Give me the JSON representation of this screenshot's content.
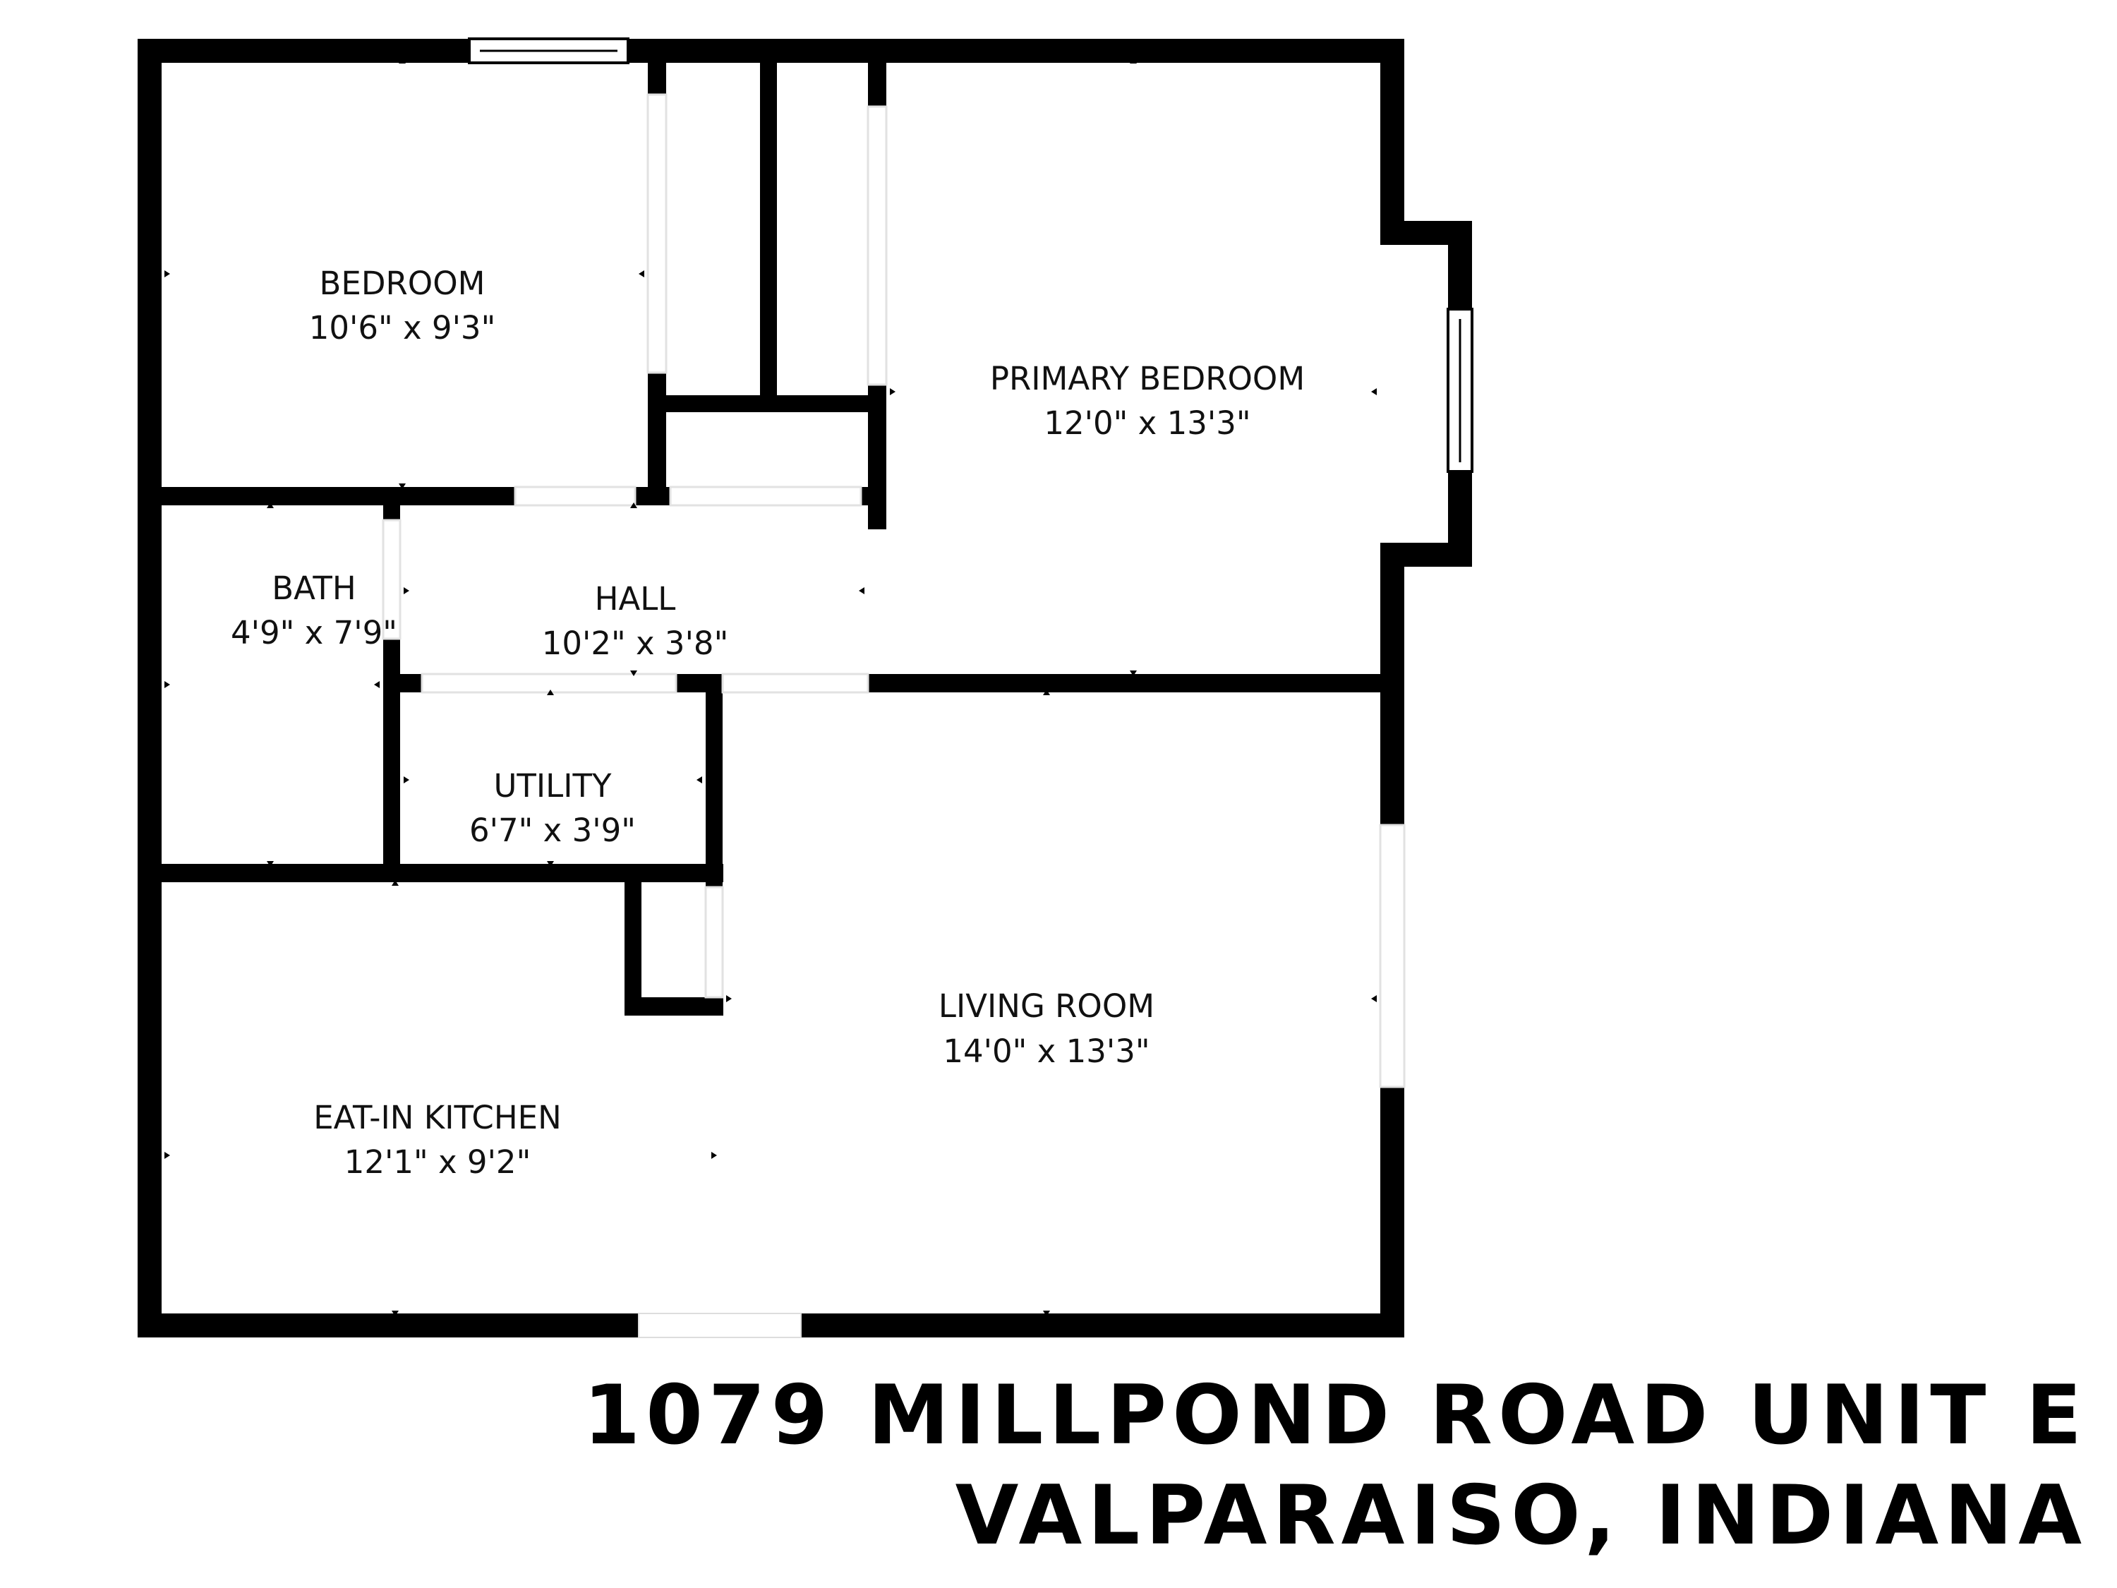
{
  "rooms": {
    "bedroom": {
      "name": "BEDROOM",
      "dims": "10'6\" x 9'3\""
    },
    "primary_bedroom": {
      "name": "PRIMARY BEDROOM",
      "dims": "12'0\" x 13'3\""
    },
    "bath": {
      "name": "BATH",
      "dims": "4'9\" x 7'9\""
    },
    "hall": {
      "name": "HALL",
      "dims": "10'2\" x 3'8\""
    },
    "utility": {
      "name": "UTILITY",
      "dims": "6'7\" x 3'9\""
    },
    "living_room": {
      "name": "LIVING ROOM",
      "dims": "14'0\" x 13'3\""
    },
    "eat_in_kitchen": {
      "name": "EAT-IN KITCHEN",
      "dims": "12'1\" x 9'2\""
    }
  },
  "address": {
    "line1": "1079 MILLPOND ROAD UNIT E",
    "line2": "VALPARAISO, INDIANA"
  },
  "colors": {
    "wall": "#000000",
    "background": "#ffffff",
    "text": "#111111"
  }
}
